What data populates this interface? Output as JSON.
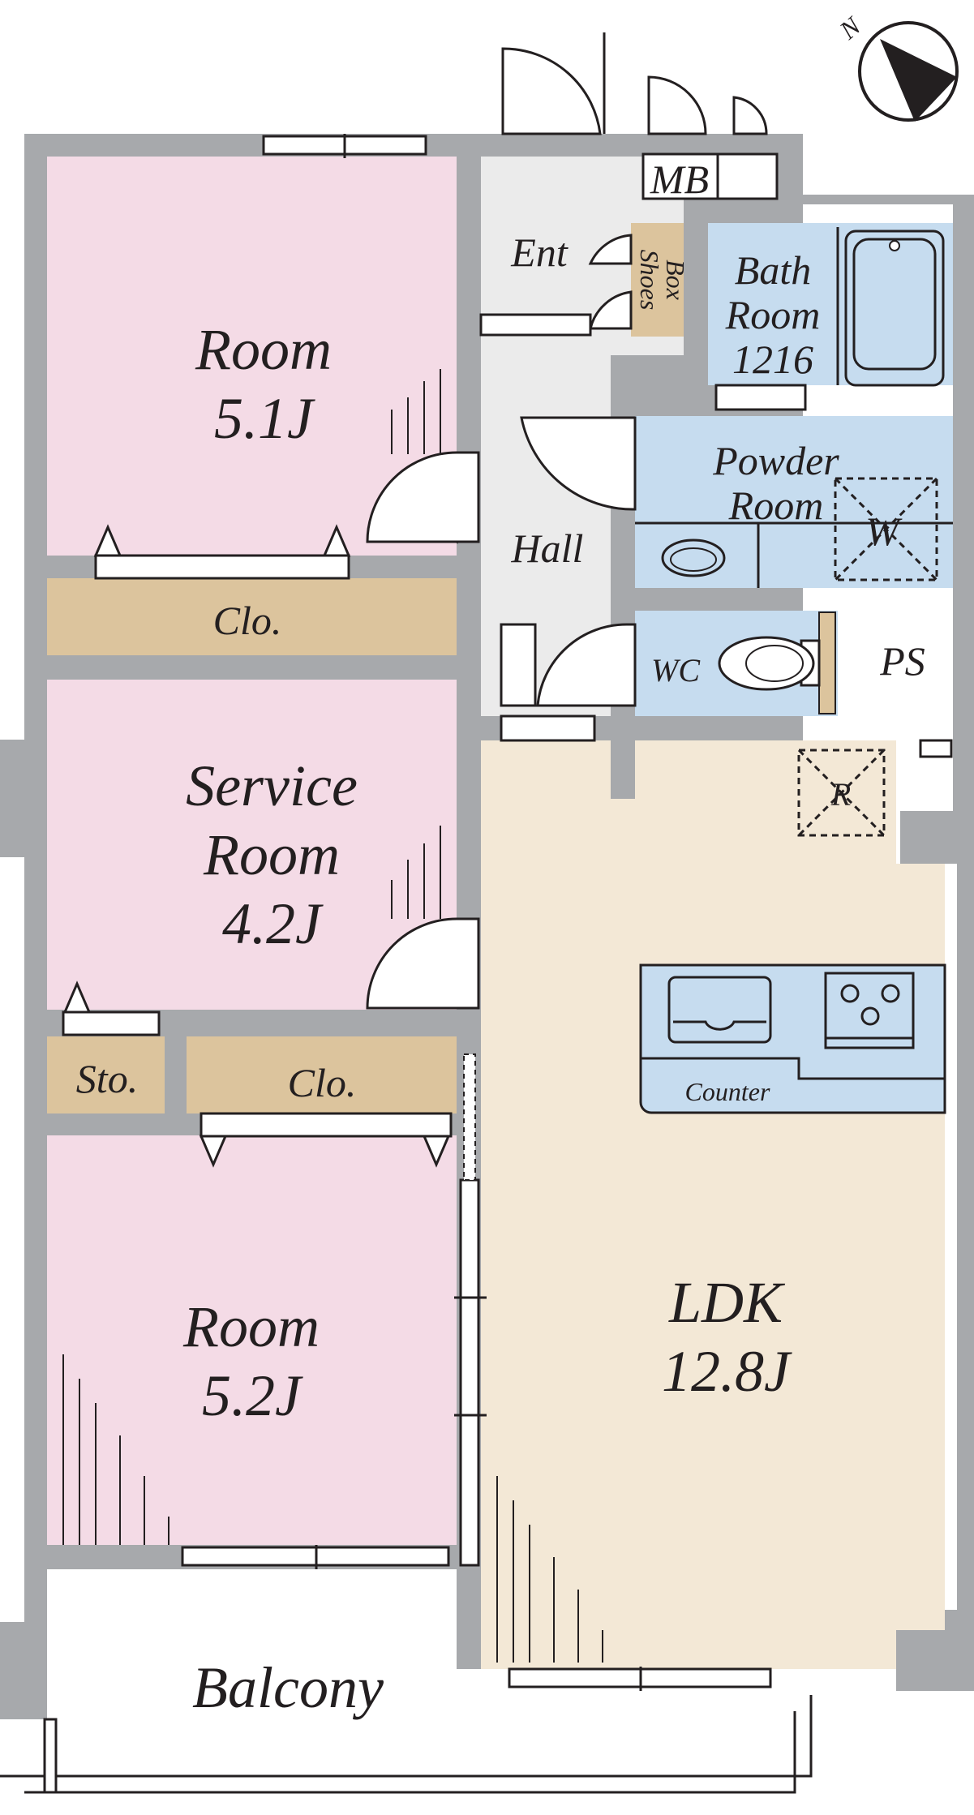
{
  "compass": {
    "north_label": "N"
  },
  "rooms": {
    "room_upper": {
      "name": "Room",
      "size": "5.1J"
    },
    "service_room": {
      "name_line1": "Service",
      "name_line2": "Room",
      "size": "4.2J"
    },
    "room_lower": {
      "name": "Room",
      "size": "5.2J"
    },
    "ldk": {
      "name": "LDK",
      "size": "12.8J"
    },
    "bath": {
      "line1": "Bath",
      "line2": "Room",
      "line3": "1216"
    },
    "powder": {
      "line1": "Powder",
      "line2": "Room"
    },
    "balcony": {
      "name": "Balcony"
    }
  },
  "labels": {
    "mb": "MB",
    "ent": "Ent",
    "shoes_box_line1": "Shoes",
    "shoes_box_line2": "Box",
    "hall": "Hall",
    "clo_upper": "Clo.",
    "clo_lower": "Clo.",
    "sto": "Sto.",
    "wc": "WC",
    "ps": "PS",
    "washer": "W",
    "fridge": "R",
    "counter": "Counter"
  },
  "colors": {
    "wall": "#a7a9ac",
    "room_pink": "#f4dbe6",
    "ldk_beige": "#f3e8d6",
    "wet_blue": "#c6dcef",
    "closet_tan": "#dcc49d",
    "hall_gray": "#ebebeb",
    "line": "#231f20"
  }
}
